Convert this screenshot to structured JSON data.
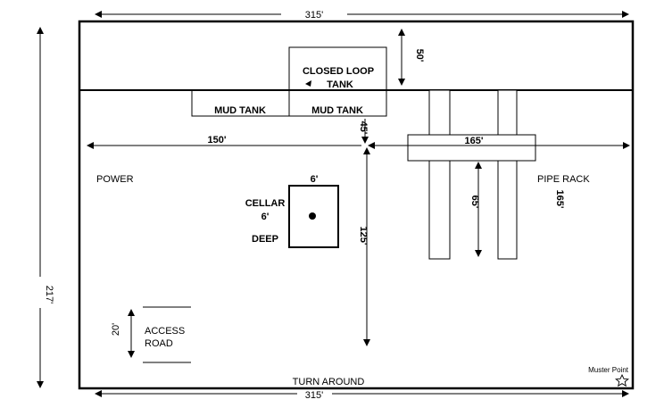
{
  "dimensions": {
    "top_width": "315'",
    "bottom_width": "315'",
    "left_height": "217'",
    "upper_strip": "50'",
    "tank_gap": "45'",
    "to_power": "150'",
    "to_pipe_rack": "165'",
    "cellar_width": "6'",
    "wellbore_to_road": "125'",
    "rack_span": "65'",
    "rack_length": "165'",
    "road_width": "20'"
  },
  "labels": {
    "closed_loop_tank_line1": "CLOSED LOOP",
    "closed_loop_tank_line2": "TANK",
    "mud_tank_left": "MUD TANK",
    "mud_tank_right": "MUD TANK",
    "power": "POWER",
    "pipe_rack": "PIPE RACK",
    "cellar_line1": "CELLAR",
    "cellar_line2": "6'",
    "cellar_line3": "DEEP",
    "access_road_line1": "ACCESS",
    "access_road_line2": "ROAD",
    "turn_around": "TURN AROUND",
    "muster_point": "Muster Point"
  },
  "icons": {
    "muster_point_star": "star-icon",
    "wellbore": "circle-dot-icon"
  }
}
